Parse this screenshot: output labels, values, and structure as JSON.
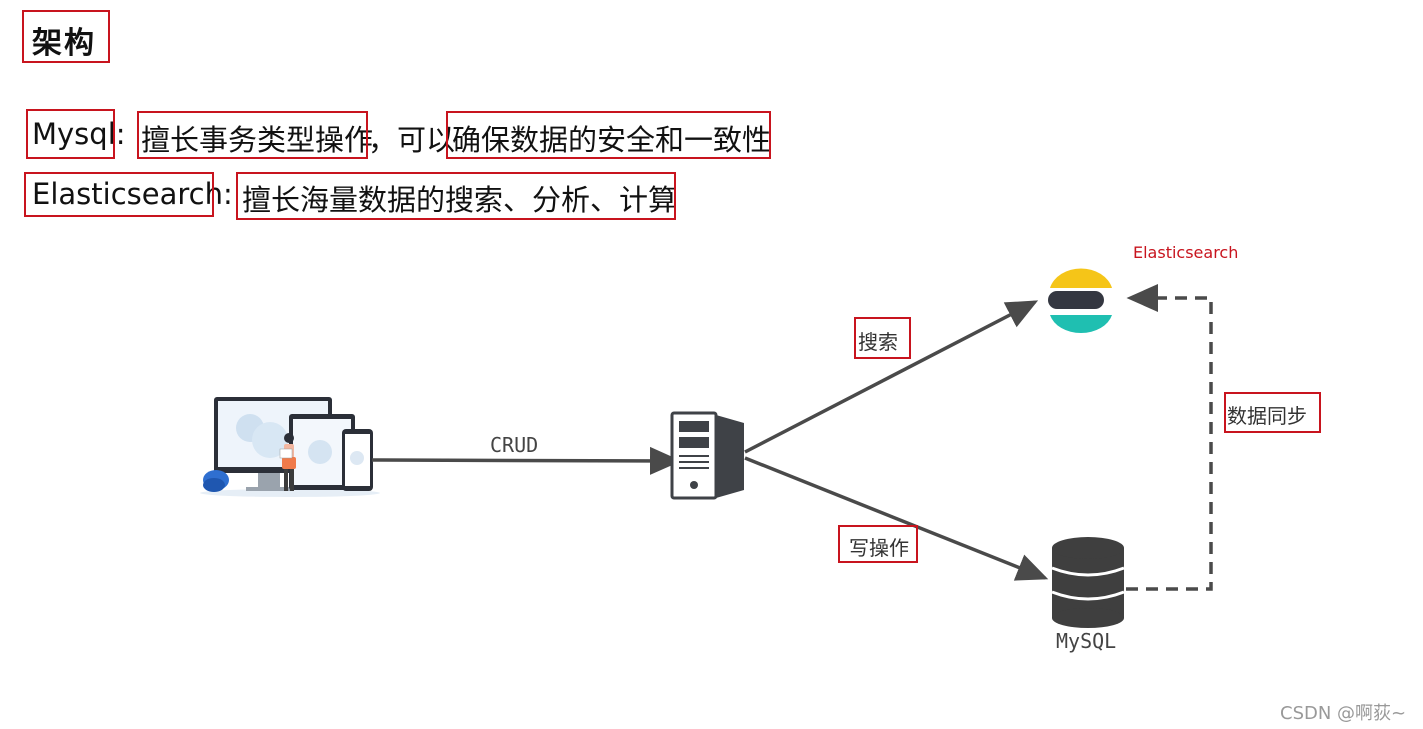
{
  "title": "架构",
  "mysql_line": {
    "name": "Mysql",
    "sep": ":",
    "strength": "擅长事务类型操作",
    "comma": "，可以",
    "guarantee": "确保数据的安全和一致性"
  },
  "es_line": {
    "name": "Elasticsearch",
    "sep": ":",
    "strength": "擅长海量数据的搜索、分析、计算"
  },
  "diagram": {
    "crud_label": "CRUD",
    "search_label": "搜索",
    "write_label": "写操作",
    "sync_label": "数据同步",
    "es_node_label": "Elasticsearch",
    "mysql_node_label": "MySQL"
  },
  "colors": {
    "highlight_border": "#c8141e",
    "arrow": "#4a4a4a",
    "es_yellow": "#f5c518",
    "es_dark": "#343741",
    "es_teal": "#1fbfb1",
    "db": "#3f3f3f"
  },
  "watermark": "CSDN @啊荻~"
}
